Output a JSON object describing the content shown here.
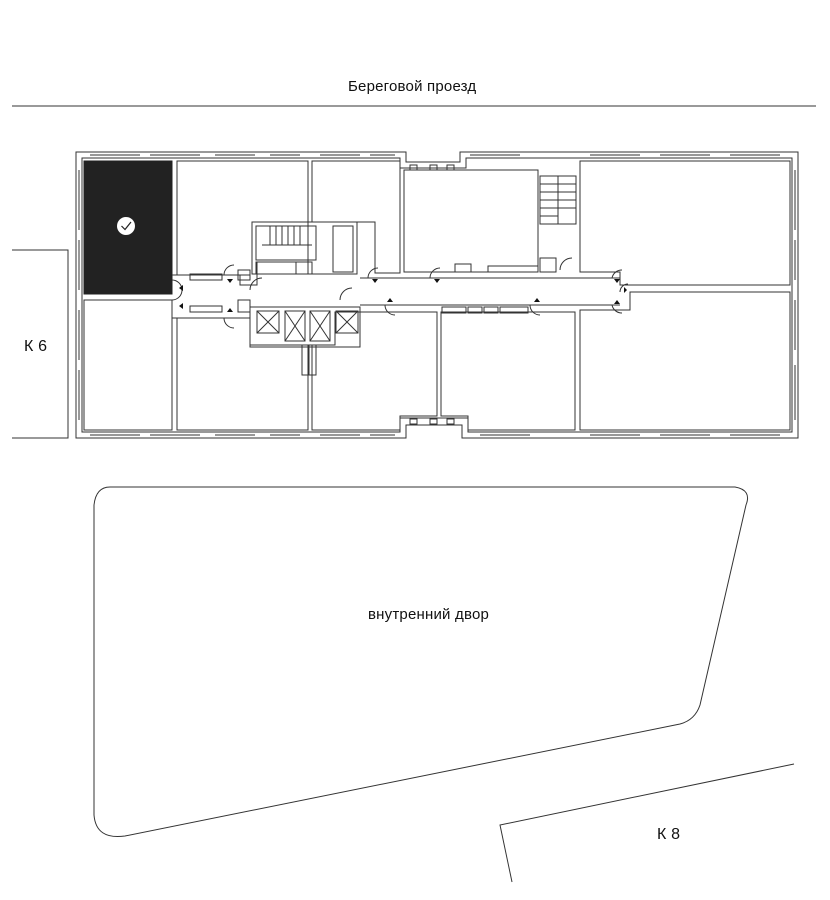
{
  "labels": {
    "street": "Береговой проезд",
    "left_building": "К 6",
    "courtyard": "внутренний двор",
    "right_building": "К 8"
  },
  "units": [
    {
      "id": "unit-1",
      "selected": true
    },
    {
      "id": "unit-2",
      "selected": false
    },
    {
      "id": "unit-3",
      "selected": false
    },
    {
      "id": "unit-4",
      "selected": false
    },
    {
      "id": "unit-5",
      "selected": false
    },
    {
      "id": "unit-6",
      "selected": false
    },
    {
      "id": "unit-7",
      "selected": false
    },
    {
      "id": "unit-8",
      "selected": false
    },
    {
      "id": "unit-9",
      "selected": false
    },
    {
      "id": "unit-10",
      "selected": false
    }
  ],
  "colors": {
    "line": "#333333",
    "selected_fill": "#222222",
    "background": "#ffffff"
  },
  "selected_icon": "check-icon"
}
